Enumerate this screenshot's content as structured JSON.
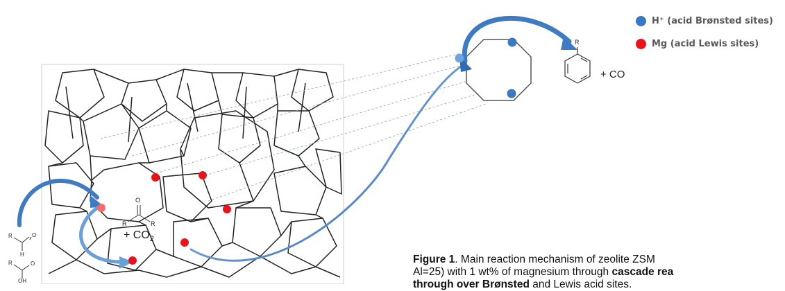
{
  "legend": {
    "bronsted": {
      "label": "H⁺ (acid Brønsted sites)",
      "color": "#3a78c2"
    },
    "lewis": {
      "label": "Mg (acid Lewis sites)",
      "color": "#e8141b"
    }
  },
  "products": {
    "benzene_substituent": "R",
    "co_label": "+ CO",
    "ketone_r_left": "R",
    "ketone_r_right": "R",
    "ketone_o": "O",
    "co2_label": "+ CO",
    "co2_subscript": "2",
    "aldehyde_r": "R",
    "aldehyde_o": "O",
    "aldehyde_h": "H",
    "acid_r": "R",
    "acid_o": "O",
    "acid_oh": "OH"
  },
  "caption": {
    "figure_label": "Figure 1",
    "text_1": ". Main reaction mechanism of zeolite ZSM",
    "text_2": "Al=25) with 1 wt% of magnesium through ",
    "bold_1": "cascade rea",
    "bold_2": "through over Brønsted",
    "text_3": " and Lewis acid sites."
  }
}
